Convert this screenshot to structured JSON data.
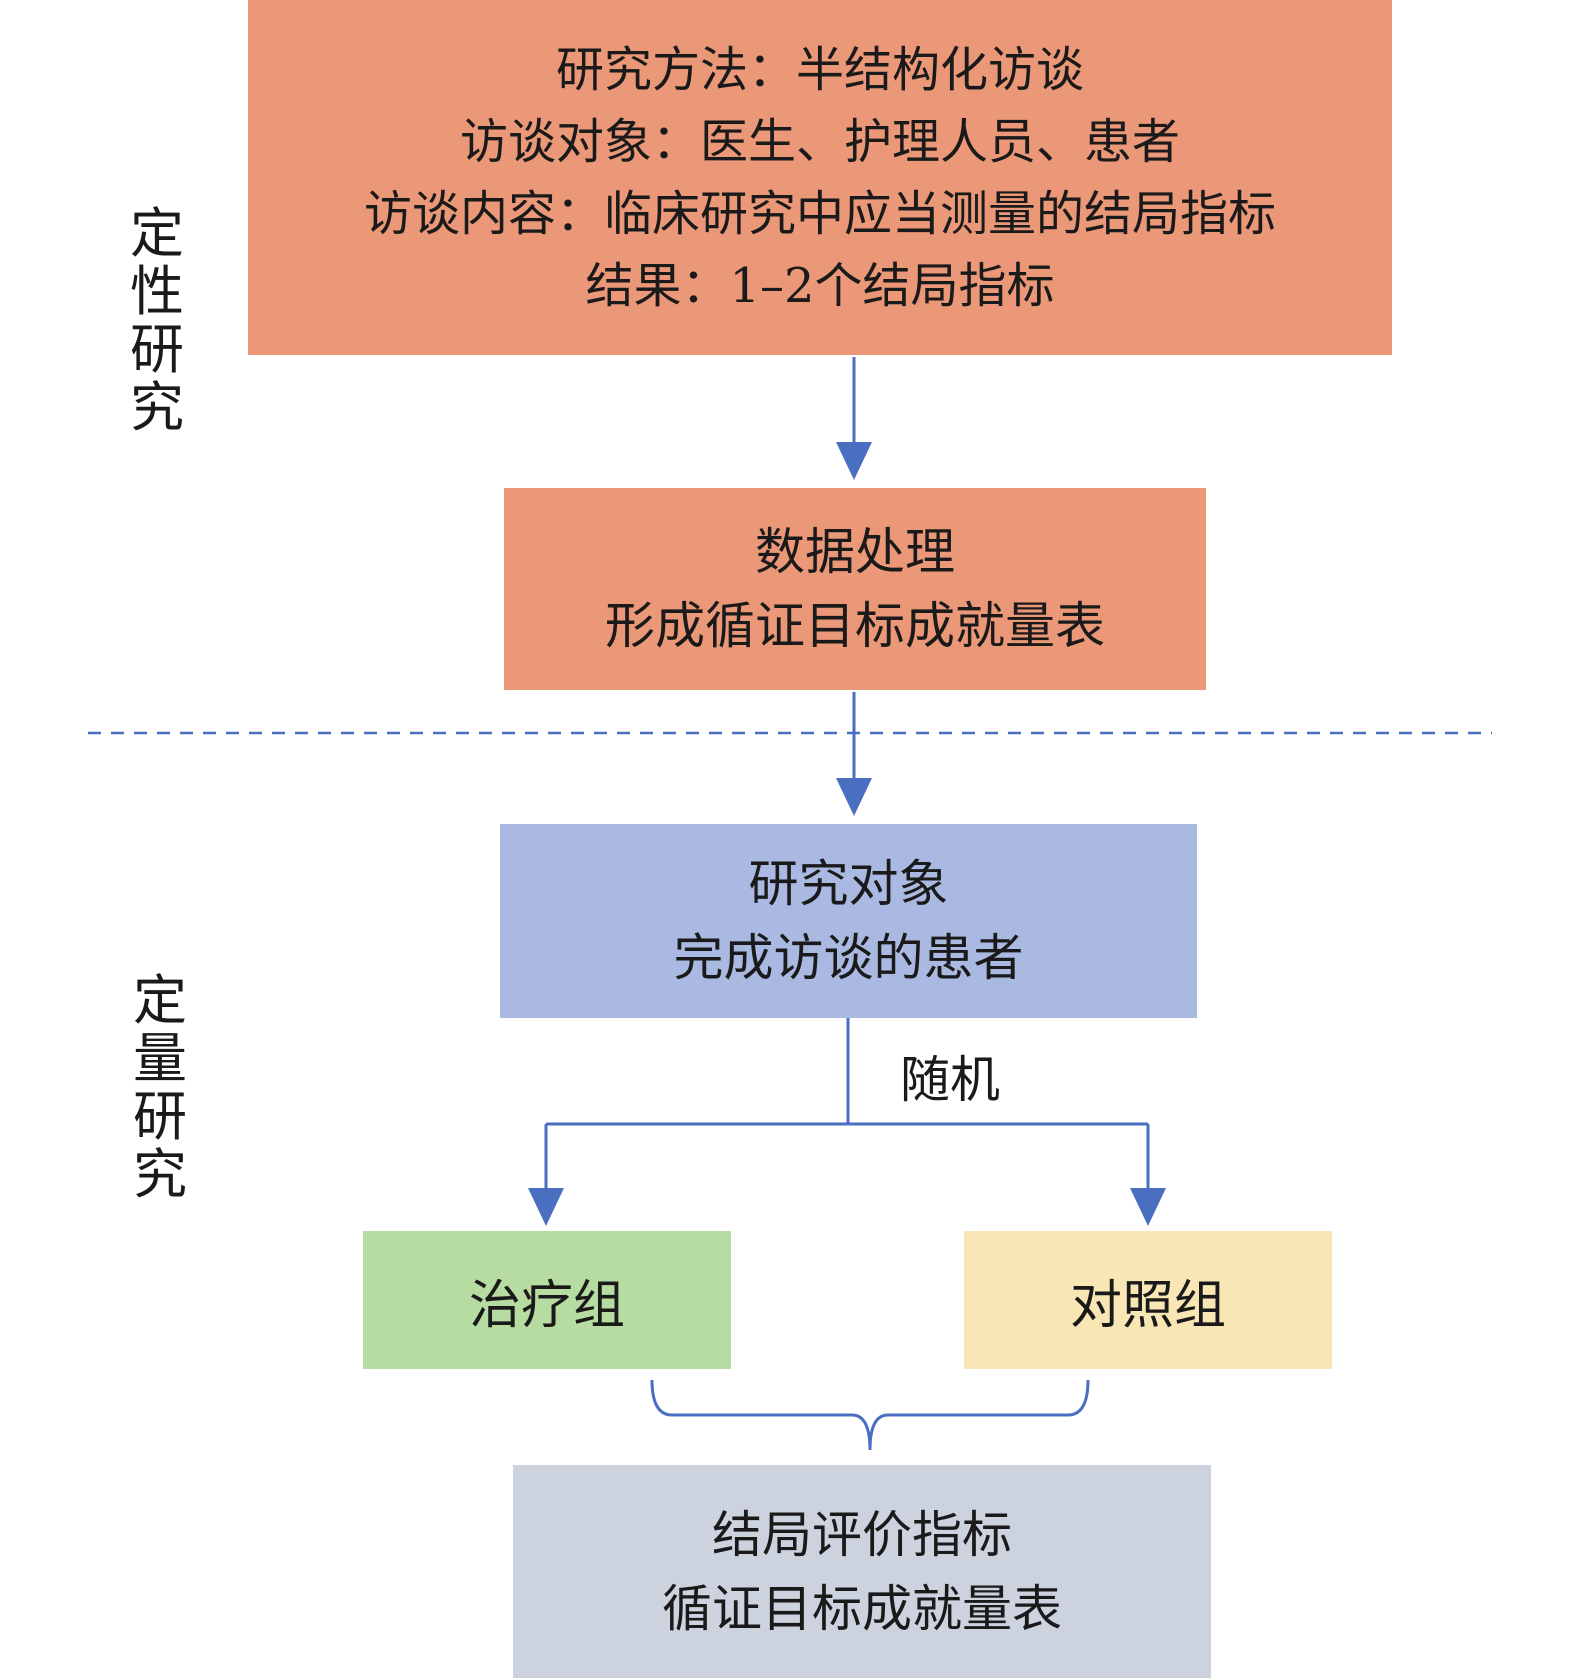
{
  "colors": {
    "qualitative_box": "#ea9877",
    "subjects_box": "#a9b9e1",
    "treatment_box": "#b6dca1",
    "control_box": "#f8e7b5",
    "outcome_box": "#ccd3de",
    "connector": "#4a6fc1"
  },
  "side_labels": {
    "qualitative": "定性研究",
    "quantitative": "定量研究"
  },
  "method_box": {
    "line1": "研究方法：半结构化访谈",
    "line2": "访谈对象：医生、护理人员、患者",
    "line3": "访谈内容：临床研究中应当测量的结局指标",
    "line4": "结果：1–2个结局指标"
  },
  "process_box": {
    "line1": "数据处理",
    "line2": "形成循证目标成就量表"
  },
  "subjects_box": {
    "line1": "研究对象",
    "line2": "完成访谈的患者"
  },
  "randomization_label": "随机",
  "treatment_group": "治疗组",
  "control_group": "对照组",
  "outcome_box": {
    "line1": "结局评价指标",
    "line2": "循证目标成就量表"
  }
}
